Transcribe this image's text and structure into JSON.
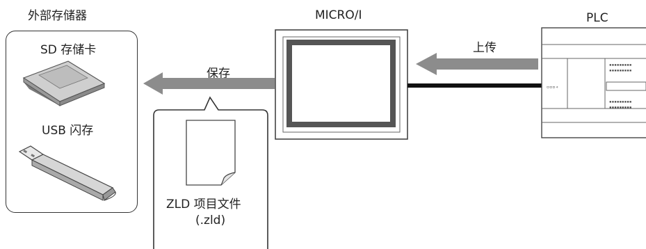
{
  "storage": {
    "title": "外部存储器",
    "sd_label": "SD 存储卡",
    "usb_label": "USB 闪存"
  },
  "micro": {
    "title": "MICRO/I"
  },
  "plc": {
    "title": "PLC"
  },
  "arrows": {
    "upload": "上传",
    "save": "保存"
  },
  "file": {
    "name_line1": "ZLD 项目文件",
    "name_line2": "(.zld)"
  },
  "colors": {
    "arrow": "#8c8c8c",
    "screen_border": "#555555",
    "outline": "#333333"
  }
}
